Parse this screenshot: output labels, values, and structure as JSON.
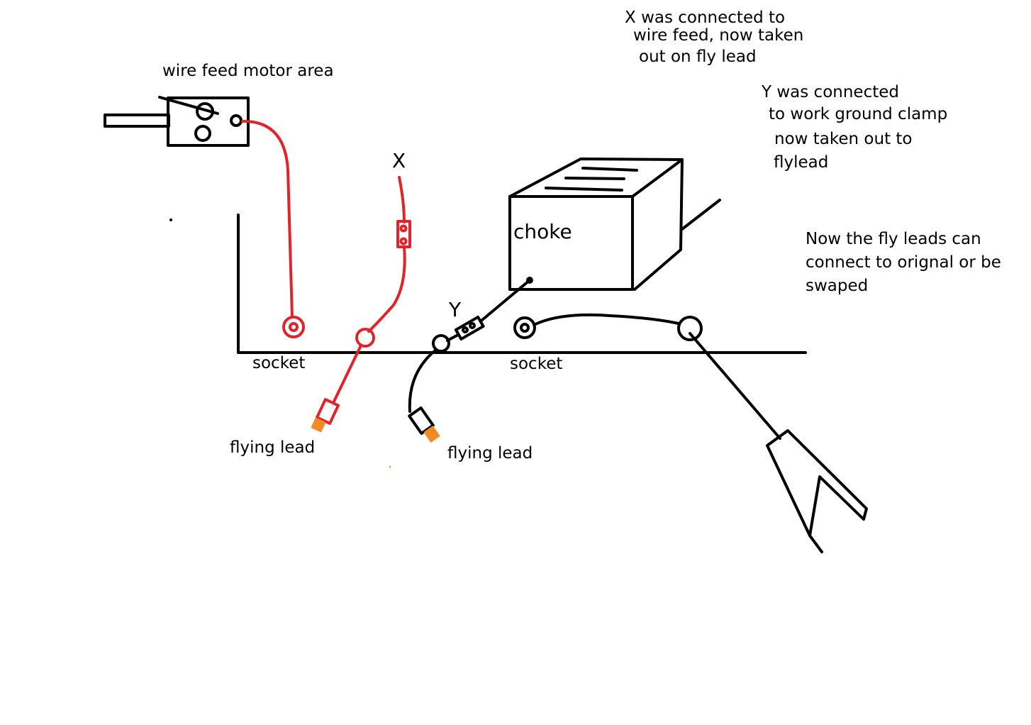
{
  "colors": {
    "background": "#ffffff",
    "line": "#000000",
    "red_lead": "#e0242b",
    "plug_tip": "#f08a24"
  },
  "labels": {
    "wire_feed_motor_area": "wire feed motor area",
    "x_marker": "X",
    "y_marker": "Y",
    "choke": "choke",
    "socket_left": "socket",
    "socket_right": "socket",
    "flying_lead_left": "flying lead",
    "flying_lead_right": "flying lead"
  },
  "notes": {
    "x_note": [
      "X was connected to",
      "wire feed, now taken",
      "out on fly lead"
    ],
    "y_note": [
      "Y was connected",
      "to work ground clamp",
      "now taken out to",
      "flylead"
    ],
    "summary_note": [
      "Now the fly leads can",
      "connect to orignal or be",
      "swaped"
    ]
  }
}
